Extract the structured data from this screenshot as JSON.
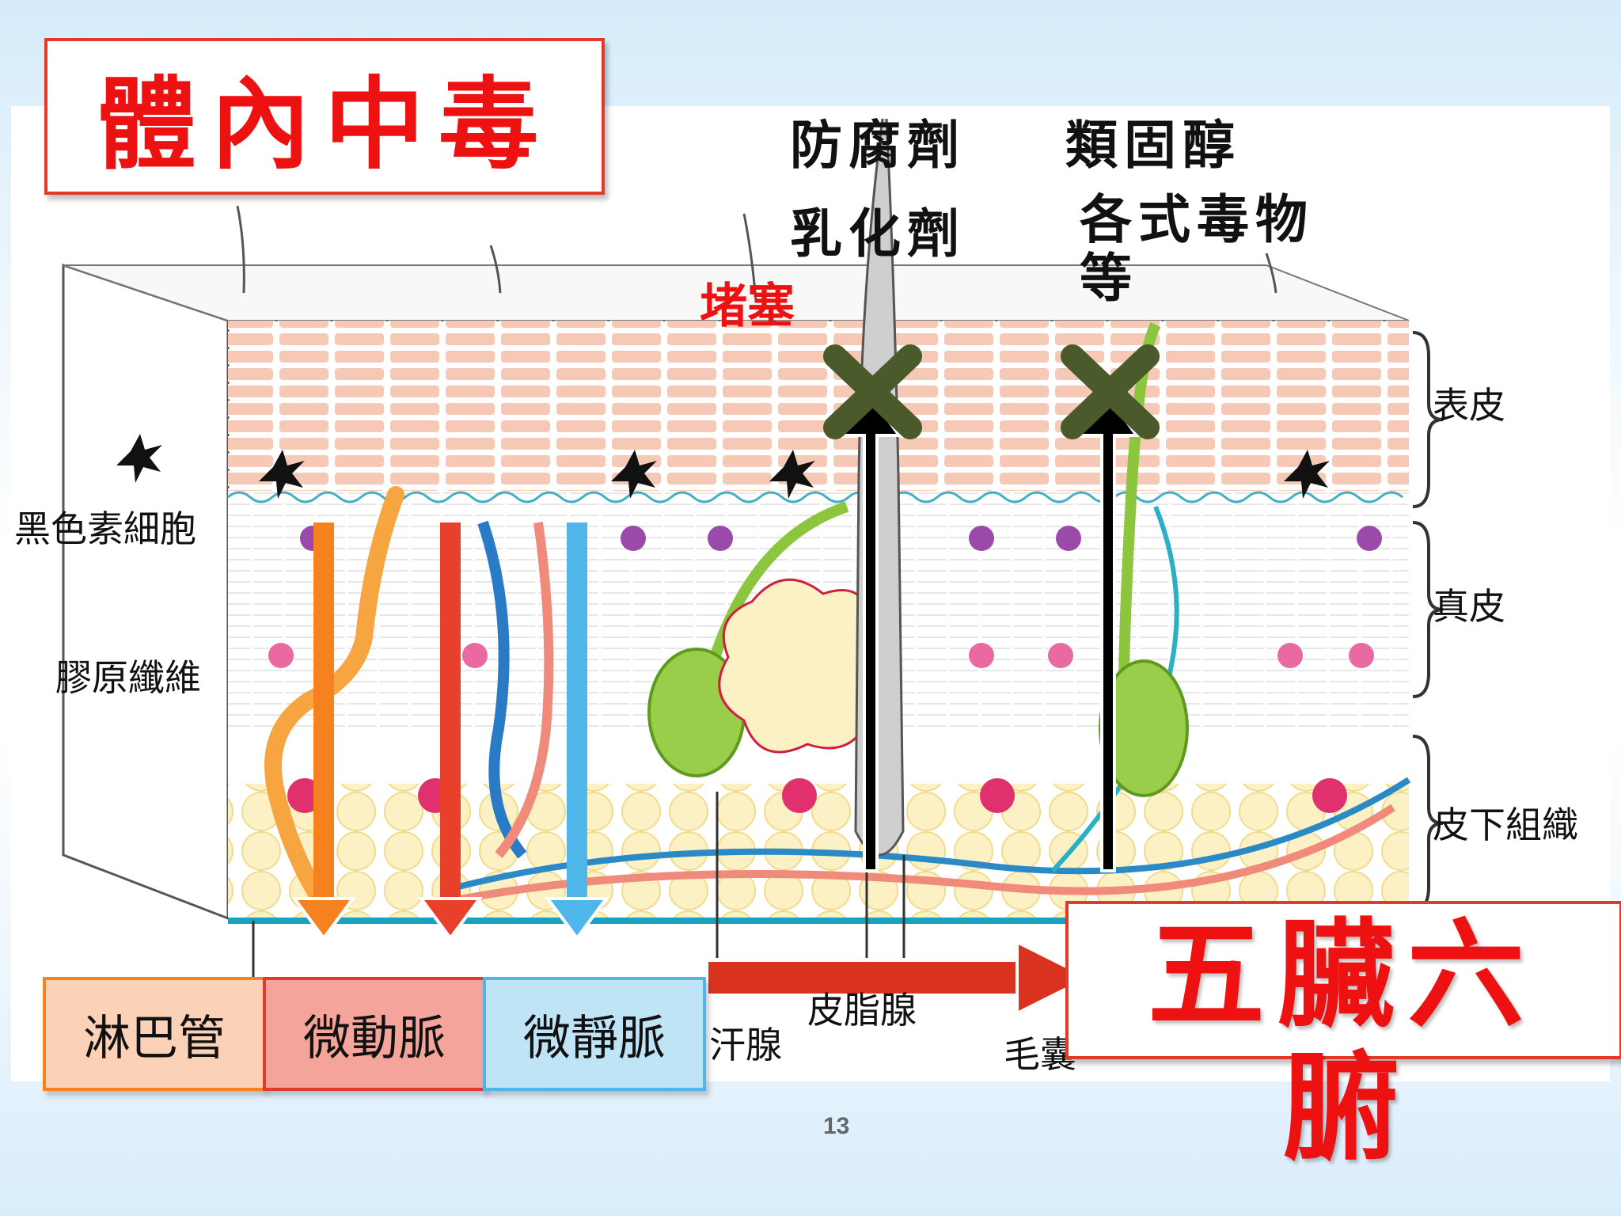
{
  "title": "體內中毒",
  "toxins": {
    "preservative": "防腐劑",
    "emulsifier": "乳化劑",
    "steroid": "類固醇",
    "various_line1": "各式毒物",
    "various_line2": "等"
  },
  "blockage": "堵塞",
  "skin_layers": {
    "epidermis": "表皮",
    "dermis": "真皮",
    "subcutaneous": "皮下組織"
  },
  "side_labels": {
    "melanocyte": "黑色素細胞",
    "collagen": "膠原纖維"
  },
  "bottom_labels": {
    "sweat_gland": "汗腺",
    "sebaceous_gland": "皮脂腺",
    "hair_follicle": "毛囊"
  },
  "vessels": {
    "lymph": "淋巴管",
    "arteriole": "微動脈",
    "venule": "微靜脈"
  },
  "organs_line1": "五臟六",
  "organs_line2": "腑",
  "page_number": "13",
  "colors": {
    "title_red": "#ee1111",
    "lymph": "#f5821f",
    "artery": "#e8402a",
    "vein": "#4fb6ea",
    "gland_green": "#8cc63f",
    "blocked_mark": "#4a5a2a"
  },
  "icons": [
    "x-mark-icon",
    "up-arrow-icon",
    "down-arrow-icon",
    "right-arrow-icon",
    "melanocyte-icon"
  ]
}
